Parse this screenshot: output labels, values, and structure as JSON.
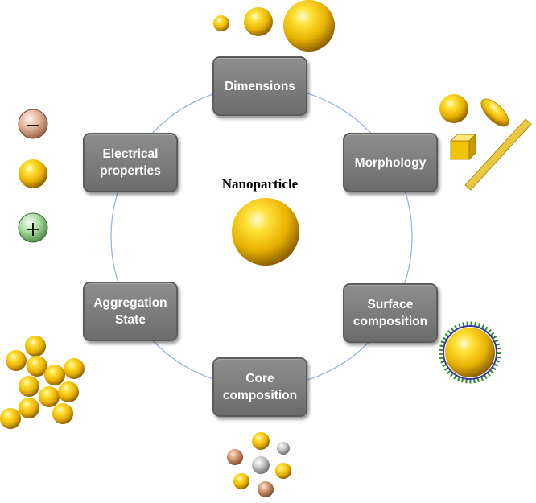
{
  "center": {
    "title": "Nanoparticle"
  },
  "nodes": [
    {
      "id": "dimensions",
      "label": "Dimensions"
    },
    {
      "id": "morphology",
      "label": "Morphology"
    },
    {
      "id": "surface",
      "label": "Surface\ncomposition"
    },
    {
      "id": "core",
      "label": "Core\ncomposition"
    },
    {
      "id": "aggregation",
      "label": "Aggregation\nState"
    },
    {
      "id": "electrical",
      "label": "Electrical\nproperties"
    }
  ],
  "colors": {
    "gold": "#f2c300",
    "box": "#7a7a7a",
    "circle": "#8fb0dd",
    "copper": "#c98a5a",
    "silver": "#b9b9b9",
    "coating": "#2e8b2e"
  },
  "icons": {
    "negative": "minus-sign",
    "positive": "plus-sign"
  }
}
